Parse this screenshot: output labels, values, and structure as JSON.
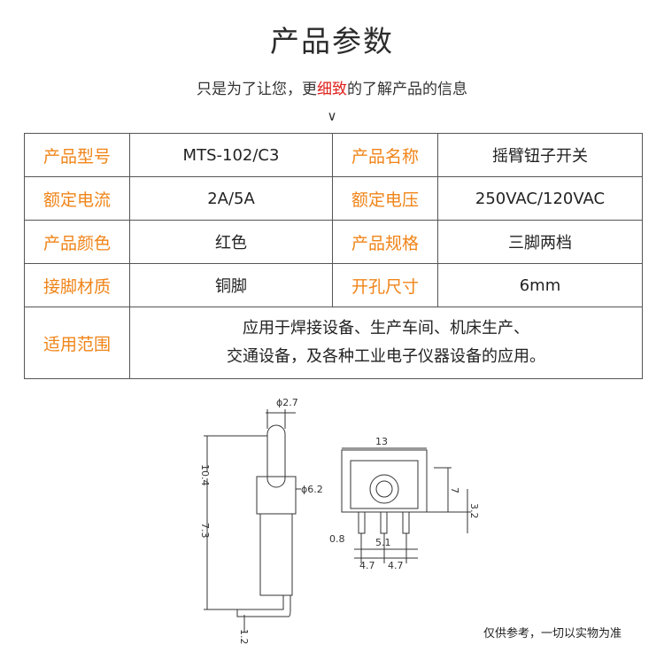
{
  "header": {
    "title": "产品参数",
    "subtitle_pre": "只是为了让您，更",
    "subtitle_highlight": "细致",
    "subtitle_post": "的了解产品的信息",
    "chevron": "∨"
  },
  "spec_table": {
    "rows": [
      {
        "label1": "产品型号",
        "value1": "MTS-102/C3",
        "label2": "产品名称",
        "value2": "摇臂钮子开关"
      },
      {
        "label1": "额定电流",
        "value1": "2A/5A",
        "label2": "额定电压",
        "value2": "250VAC/120VAC"
      },
      {
        "label1": "产品颜色",
        "value1": "红色",
        "label2": "产品规格",
        "value2": "三脚两档"
      },
      {
        "label1": "接脚材质",
        "value1": "铜脚",
        "label2": "开孔尺寸",
        "value2": "6mm"
      }
    ],
    "usage": {
      "label": "适用范围",
      "line1": "应用于焊接设备、生产车间、机床生产、",
      "line2": "交通设备，及各种工业电子仪器设备的应用。"
    }
  },
  "drawing": {
    "dim_phi27": "ϕ2.7",
    "dim_104": "10.4",
    "dim_73": "7.3",
    "dim_phi62": "ϕ6.2",
    "dim_12": "1.2",
    "dim_13": "13",
    "dim_7": "7",
    "dim_32": "3.2",
    "dim_08": "0.8",
    "dim_51": "5.1",
    "dim_47a": "4.7",
    "dim_47b": "4.7"
  },
  "footer": {
    "note": "仅供参考，一切以实物为准"
  },
  "colors": {
    "label_orange": "#f08418",
    "highlight_red": "#e0201c",
    "border": "#555555"
  }
}
